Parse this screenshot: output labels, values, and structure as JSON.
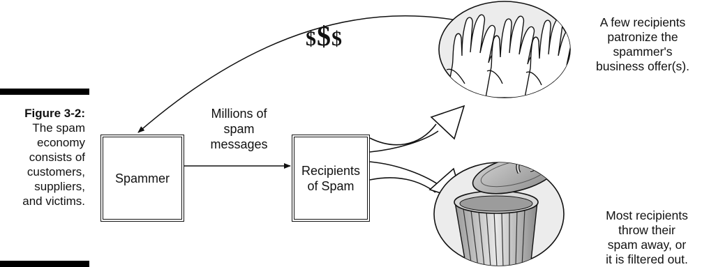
{
  "figure": {
    "label": "Figure 3-2:",
    "caption": "The spam\neconomy\nconsists of\ncustomers,\nsuppliers,\nand victims."
  },
  "nodes": {
    "spammer": "Spammer",
    "recipients": "Recipients\nof Spam"
  },
  "edge_label": "Millions of\nspam\nmessages",
  "money": {
    "left": "$",
    "middle": "$",
    "right": "$"
  },
  "notes": {
    "patronize": "A few recipients\npatronize the\nspammer's\nbusiness offer(s).",
    "filtered": "Most recipients\nthrow their\nspam away, or\nit is filtered out."
  },
  "icons": [
    "hands-icon",
    "trash-can-icon"
  ]
}
